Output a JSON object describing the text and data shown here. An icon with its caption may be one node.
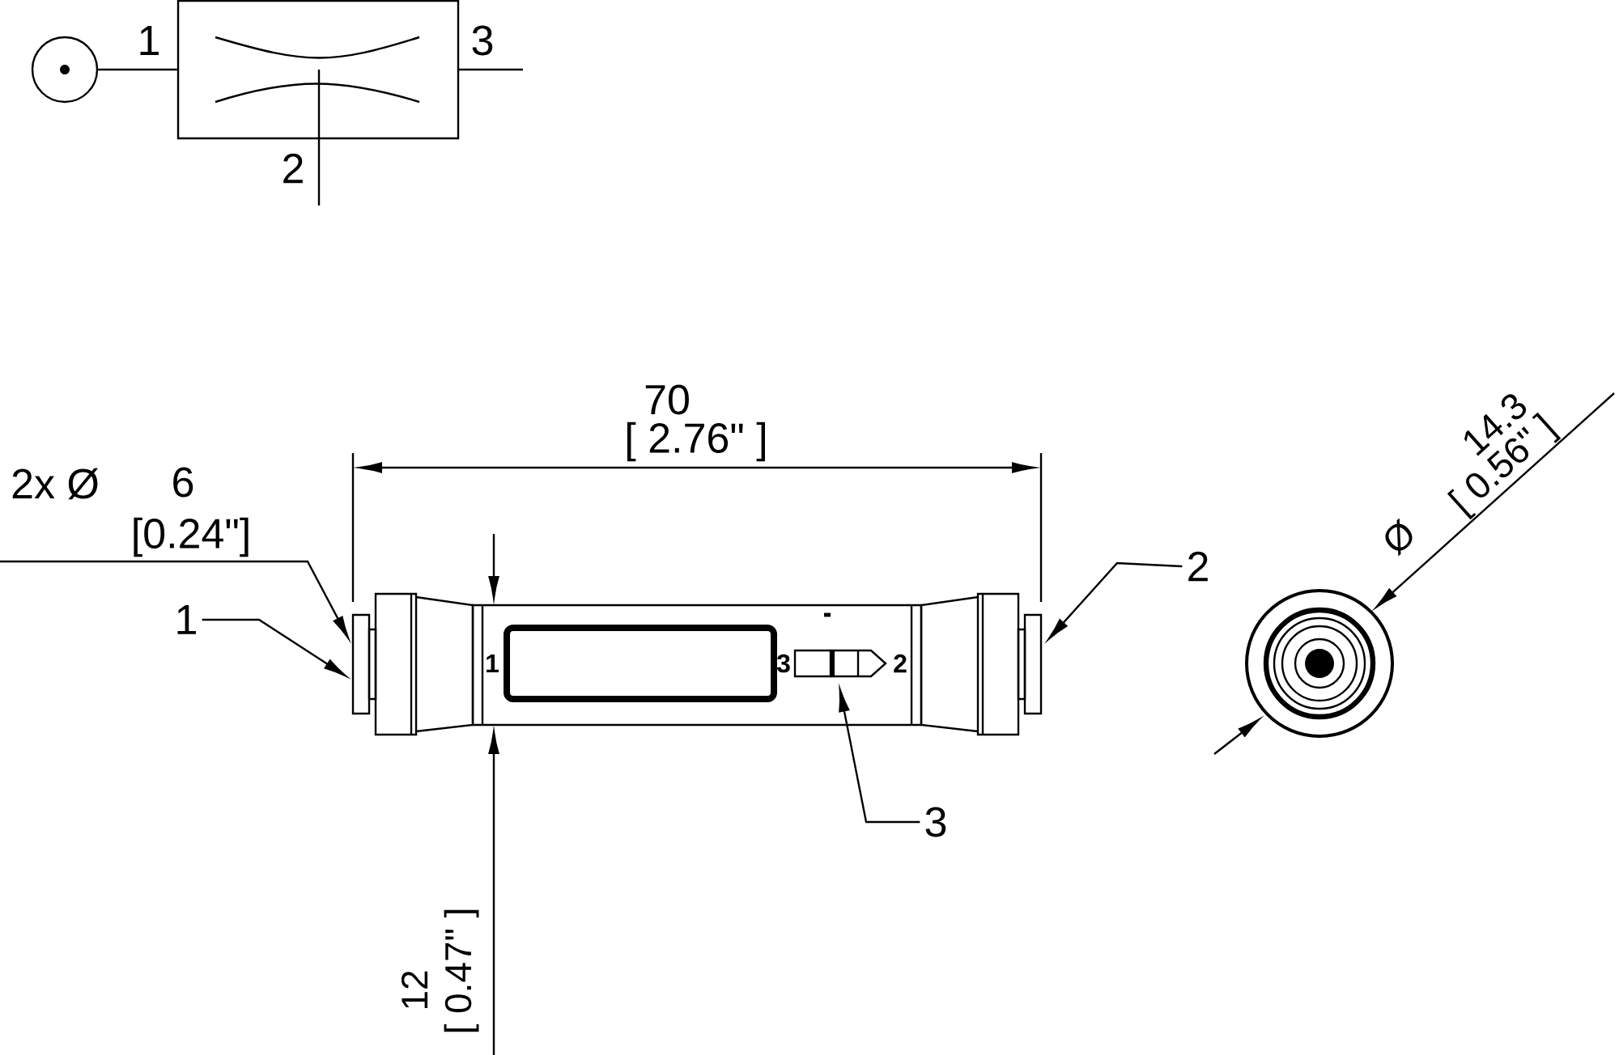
{
  "diagram": {
    "nodes": [
      {
        "text": [],
        "shape": "circle"
      },
      {
        "text": [],
        "shape": "box"
      },
      {
        "text": [
          "1"
        ]
      },
      {
        "text": [
          "2"
        ]
      },
      {
        "text": [
          "3"
        ]
      }
    ],
    "edges": [
      {
        "from": 0,
        "to": 1,
        "arrow": "none"
      },
      {
        "from": 2,
        "to": null,
        "arrow": "to"
      },
      {
        "from": 3,
        "to": null,
        "arrow": "to"
      },
      {
        "from": 4,
        "to": null,
        "arrow": "to"
      }
    ],
    "labels": [
      "1",
      "3",
      "2",
      "70",
      "[ 2.76\" ]",
      "2x Ø",
      "6",
      "[0.24\"]",
      "1",
      "3",
      "2",
      "12",
      "[ 0.47\" ]",
      "Ø",
      "14.3",
      "[ 0.56\" ]"
    ]
  }
}
